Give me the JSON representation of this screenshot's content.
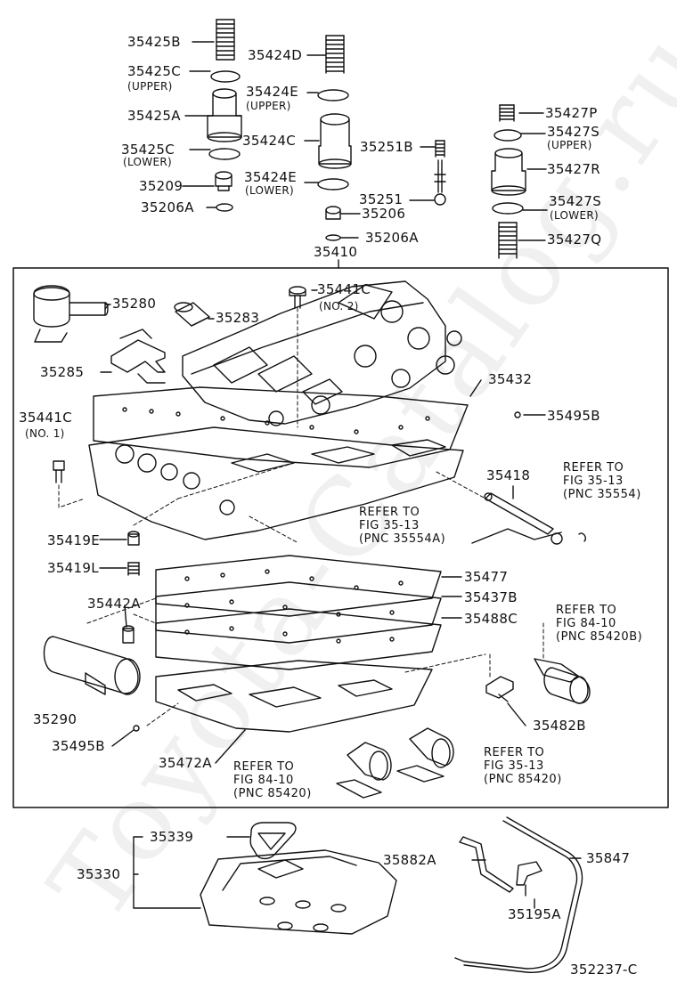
{
  "watermark": "Toyota-Catalog.ru",
  "diagram_id": "352237-C",
  "parts": {
    "p35425B": "35425B",
    "p35425C_u": "35425C",
    "upper_a": "(UPPER)",
    "p35425A": "35425A",
    "p35425C_l": "35425C",
    "lower_a": "(LOWER)",
    "p35209": "35209",
    "p35206A_a": "35206A",
    "p35424D": "35424D",
    "p35424E_u": "35424E",
    "upper_b": "(UPPER)",
    "p35424C": "35424C",
    "p35424E_l": "35424E",
    "lower_b": "(LOWER)",
    "p35251B": "35251B",
    "p35251": "35251",
    "p35206": "35206",
    "p35206A_b": "35206A",
    "p35410": "35410",
    "p35427P": "35427P",
    "p35427S_u": "35427S",
    "upper_c": "(UPPER)",
    "p35427R": "35427R",
    "p35427S_l": "35427S",
    "lower_c": "(LOWER)",
    "p35427Q": "35427Q",
    "p35280": "35280",
    "p35283": "35283",
    "p35441C_a": "35441C",
    "no2": "(NO. 2)",
    "p35285": "35285",
    "p35432": "35432",
    "p35441C_b": "35441C",
    "no1": "(NO. 1)",
    "p35495B_a": "35495B",
    "p35418": "35418",
    "p35419E": "35419E",
    "p35419L": "35419L",
    "p35477": "35477",
    "p35437B": "35437B",
    "p35442A": "35442A",
    "p35488C": "35488C",
    "p35290": "35290",
    "p35482B": "35482B",
    "p35495B_b": "35495B",
    "p35472A": "35472A",
    "p35339": "35339",
    "p35330": "35330",
    "p35882A": "35882A",
    "p35847": "35847",
    "p35195A": "35195A"
  },
  "refs": {
    "r1": "REFER TO\nFIG 35-13\n(PNC 35554)",
    "r2": "REFER TO\nFIG 35-13\n(PNC 35554A)",
    "r3": "REFER TO\nFIG 84-10\n(PNC 85420B)",
    "r4": "REFER TO\nFIG 35-13\n(PNC 85420)",
    "r5": "REFER TO\nFIG 84-10\n(PNC 85420)"
  }
}
